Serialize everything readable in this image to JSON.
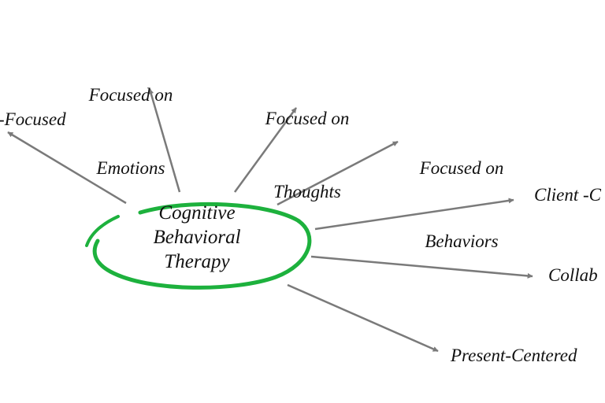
{
  "center": {
    "line1": "Cognitive",
    "line2": "Behavioral",
    "line3": "Therapy"
  },
  "branches": {
    "solution": "-Focused",
    "emotions_l1": "Focused on",
    "emotions_l2": "Emotions",
    "thoughts_l1": "Focused on",
    "thoughts_l2": "Thoughts",
    "behaviors_l1": "Focused on",
    "behaviors_l2": "Behaviors",
    "client": "Client -C",
    "collab": "Collab",
    "present": "Present-Centered"
  },
  "colors": {
    "ring": "#1db13d",
    "arrow": "#7a7a7a",
    "text": "#111111"
  }
}
